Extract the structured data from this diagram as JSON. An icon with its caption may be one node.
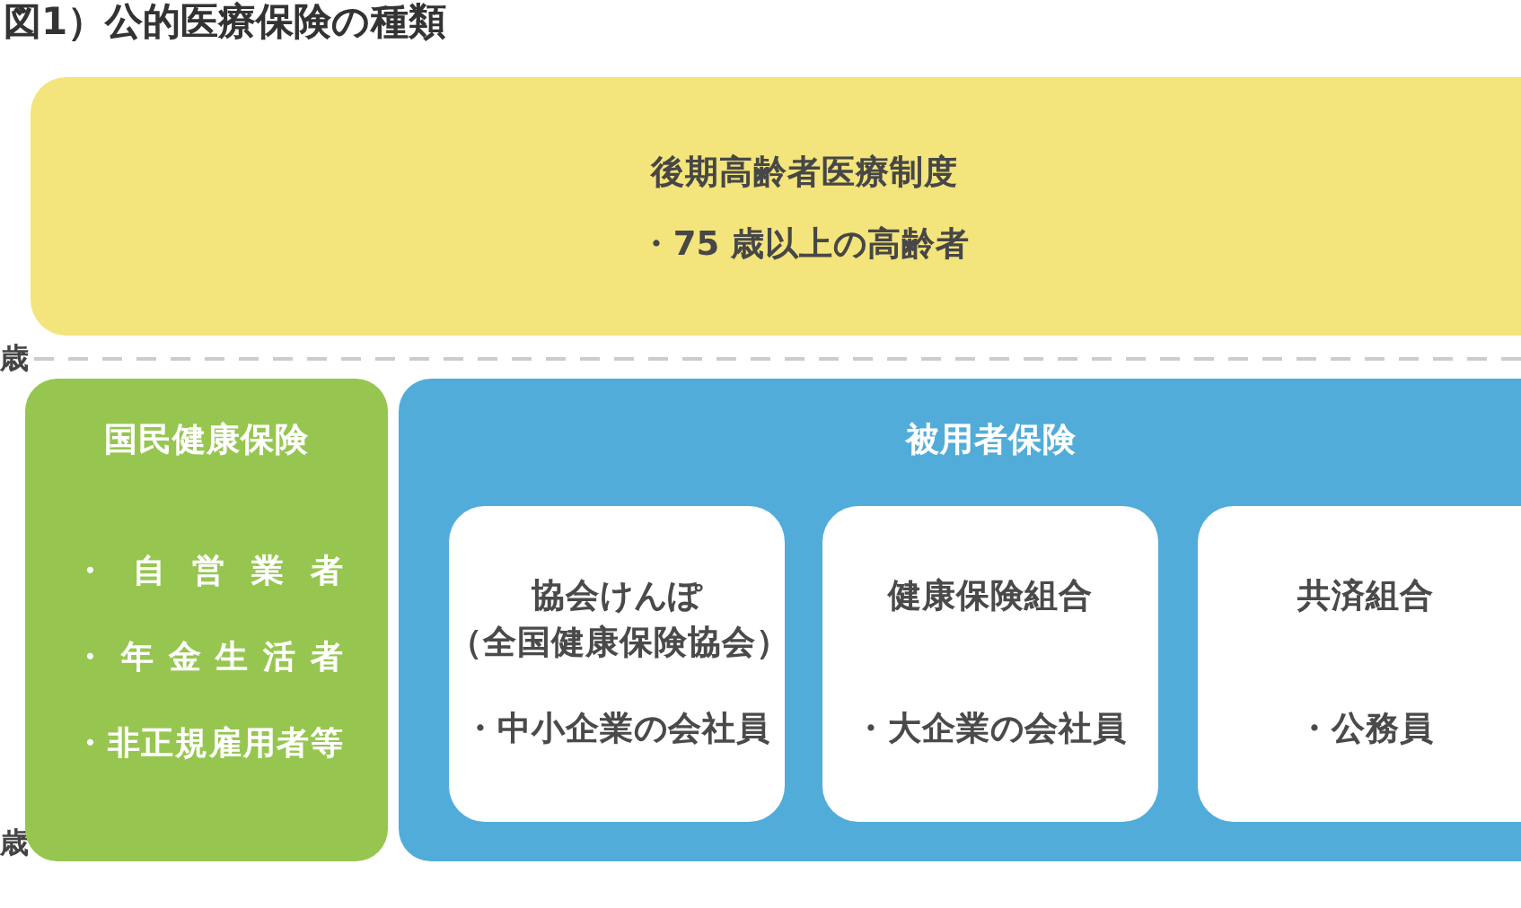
{
  "diagram": {
    "title": "図1）公的医療保険の種類",
    "nodes": [
      {
        "text": [
          "後期高齢者医療制度",
          "・75 歳以上の高齢者"
        ]
      },
      {
        "text": [
          "国民健康保険",
          "・自営業者",
          "・年金生活者",
          "・非正規雇用者等"
        ]
      },
      {
        "text": [
          "被用者保険"
        ]
      },
      {
        "text": [
          "協会けんぽ（全国健康保険協会）",
          "・中小企業の会社員"
        ],
        "in": 2
      },
      {
        "text": [
          "健康保険組合",
          "・大企業の会社員"
        ],
        "in": 2
      },
      {
        "text": [
          "共済組合",
          "・公務員"
        ],
        "in": 2
      }
    ],
    "labels": [
      "歳",
      "歳"
    ]
  }
}
